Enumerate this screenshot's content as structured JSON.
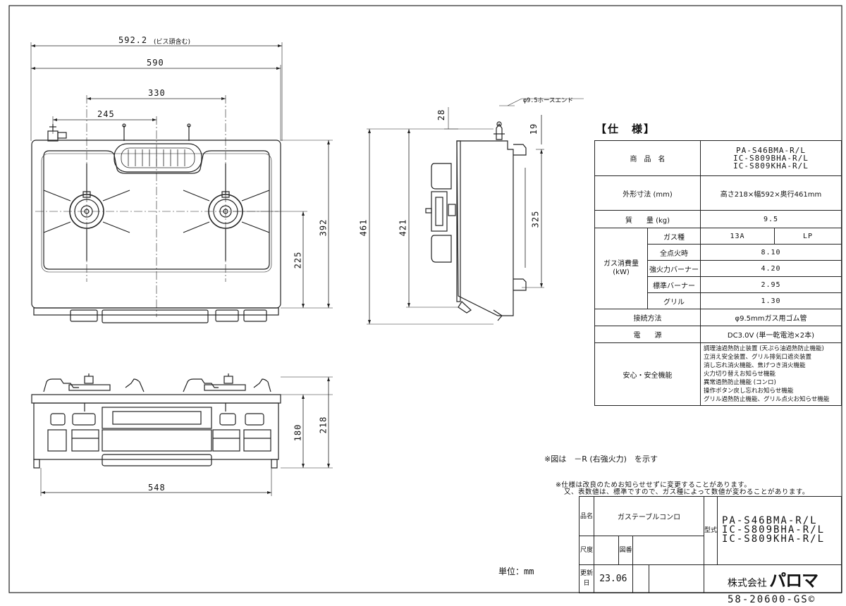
{
  "drawing": {
    "dims": {
      "overall_with_screw": "592.2",
      "overall_with_screw_note": "(ビス頭含む)",
      "overall_width": "590",
      "burner_spacing": "330",
      "left_burner_offset": "245",
      "depth": "392",
      "burner_depth": "225",
      "side_total_depth": "461",
      "side_depth": "421",
      "side_inner": "325",
      "hose_offset": "28",
      "hose_height": "19",
      "hose_note": "φ9.5ホースエンド",
      "front_height": "218",
      "front_body_height": "180",
      "front_width": "548"
    }
  },
  "spec": {
    "title": "【仕　様】",
    "rows": {
      "product_name_label": "商　品　名",
      "product_names": [
        "PA-S46BMA-R/L",
        "IC-S809BHA-R/L",
        "IC-S809KHA-R/L"
      ],
      "size_label": "外形寸法 (mm)",
      "size_value": "高さ218×幅592×奥行461mm",
      "mass_label": "質　　量 (kg)",
      "mass_value": "9.5",
      "gas_consumption_label": "ガス消費量\n(kW)",
      "gas_type_label": "ガス種",
      "gas_type_13a": "13A",
      "gas_type_lp": "LP",
      "all_burner_label": "全点火時",
      "all_burner_value": "8.10",
      "strong_burner_label": "強火力バーナー",
      "strong_burner_value": "4.20",
      "standard_burner_label": "標準バーナー",
      "standard_burner_value": "2.95",
      "grill_label": "グリル",
      "grill_value": "1.30",
      "connection_label": "接続方法",
      "connection_value": "φ9.5mmガス用ゴム管",
      "power_label": "電　　源",
      "power_value": "DC3.0V (単一乾電池×2本)",
      "safety_label": "安心・安全機能",
      "safety_items": [
        "調理油過熱防止装置 (天ぷら油過熱防止機能)",
        "立消え安全装置、グリル排気口遮炎装置",
        "消し忘れ消火機能、焦げつき消火機能",
        "火力切り替えお知らせ機能",
        "異常過熱防止機能 (コンロ)",
        "操作ボタン戻し忘れお知らせ機能",
        "グリル過熱防止機能、グリル点火お知らせ機能"
      ]
    }
  },
  "notes": {
    "figure_note": "※図は　－R (右強火力)　を示す",
    "change_note_1": "※仕様は改良のためお知らせせずに変更することがあります。",
    "change_note_2": "又、表数値は、標準ですので、ガス種によって数値が変わることがあります。",
    "unit": "単位：mm",
    "drawing_number": "58-20600-GS©"
  },
  "title_block": {
    "name_label": "品名",
    "name_value": "ガステーブルコンロ",
    "model_label": "型式",
    "models": [
      "PA-S46BMA-R/L",
      "IC-S809BHA-R/L",
      "IC-S809KHA-R/L"
    ],
    "scale_label": "尺度",
    "drawing_label": "図番",
    "updated_label": "更新日",
    "updated_value": "23.06",
    "company_prefix": "株式会社",
    "company_logo": "パロマ"
  }
}
